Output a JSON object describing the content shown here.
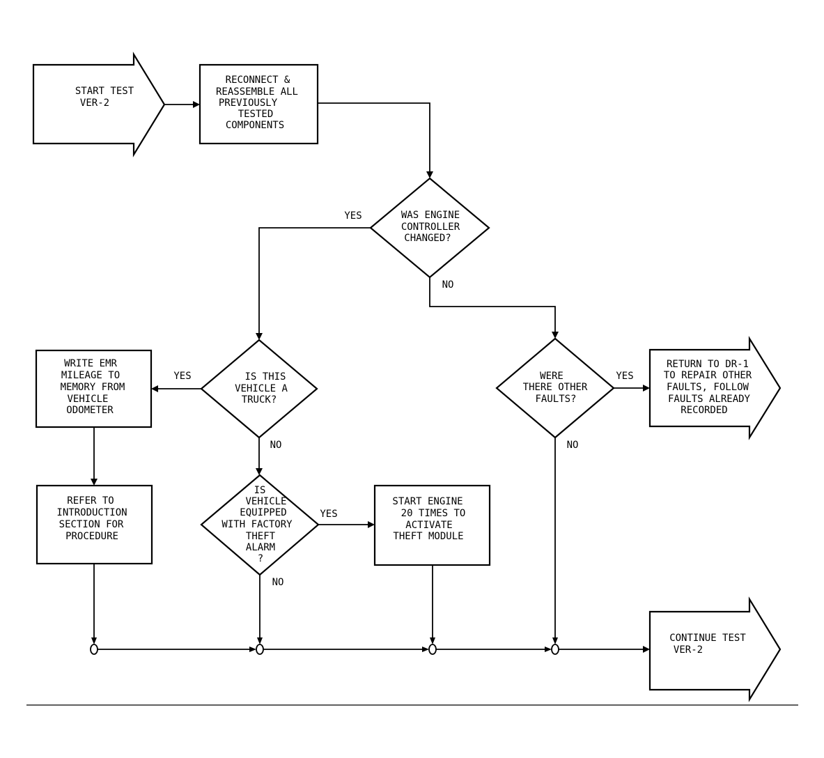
{
  "start": {
    "lines": [
      "START TEST",
      "VER-2"
    ]
  },
  "reconnect": {
    "lines": [
      "RECONNECT &",
      "REASSEMBLE ALL",
      "PREVIOUSLY",
      "TESTED",
      "COMPONENTS"
    ]
  },
  "engine_decision": {
    "lines": [
      "WAS ENGINE",
      "CONTROLLER",
      "CHANGED?"
    ],
    "yes": "YES",
    "no": "NO"
  },
  "truck_decision": {
    "lines": [
      "IS THIS",
      "VEHICLE A",
      "TRUCK?"
    ],
    "yes": "YES",
    "no": "NO"
  },
  "write_emr": {
    "lines": [
      "WRITE EMR",
      "MILEAGE TO",
      "MEMORY FROM",
      "VEHICLE",
      "ODOMETER"
    ]
  },
  "refer": {
    "lines": [
      "REFER TO",
      "INTRODUCTION",
      "SECTION FOR",
      "PROCEDURE"
    ]
  },
  "theft_decision": {
    "lines": [
      "IS",
      "VEHICLE",
      "EQUIPPED",
      "WITH FACTORY",
      "THEFT",
      "ALARM",
      "?"
    ],
    "yes": "YES",
    "no": "NO"
  },
  "start_engine": {
    "lines": [
      "START ENGINE",
      "20 TIMES TO",
      "ACTIVATE",
      "THEFT MODULE"
    ]
  },
  "faults_decision": {
    "lines": [
      "WERE",
      "THERE OTHER",
      "FAULTS?"
    ],
    "yes": "YES",
    "no": "NO"
  },
  "return": {
    "lines": [
      "RETURN TO DR-1",
      "TO REPAIR OTHER",
      "FAULTS, FOLLOW",
      "FAULTS ALREADY",
      "RECORDED"
    ]
  },
  "continue": {
    "lines": [
      "CONTINUE TEST",
      "VER-2"
    ]
  }
}
